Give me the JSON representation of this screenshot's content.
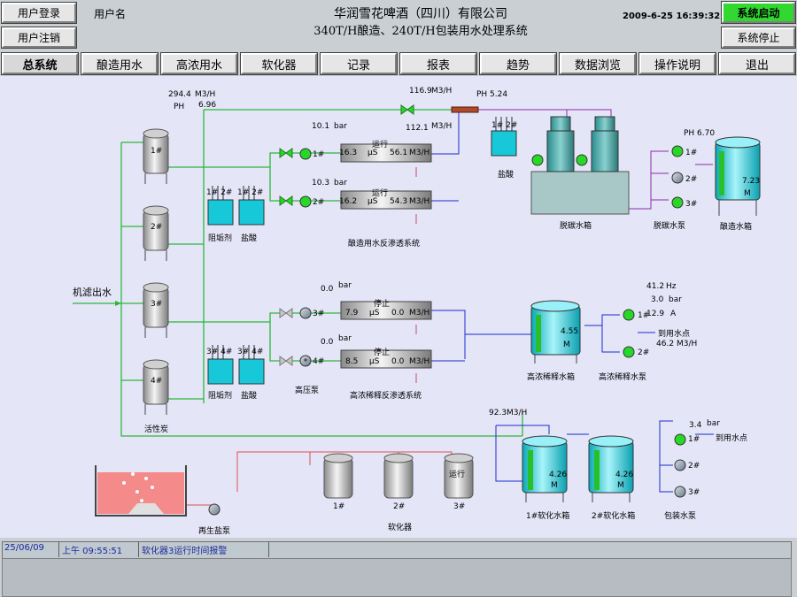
{
  "header": {
    "login_label": "用户登录",
    "logout_label": "用户注销",
    "username_label": "用户名",
    "title1": "华润雪花啤酒（四川）有限公司",
    "title2": "340T/H酿造、240T/H包装用水处理系统",
    "datetime": "2009-6-25 16:39:32",
    "start_label": "系统启动",
    "stop_label": "系统停止"
  },
  "nav": [
    "总系统",
    "酿造用水",
    "高浓用水",
    "软化器",
    "记录",
    "报表",
    "趋势",
    "数据浏览",
    "操作说明",
    "退出"
  ],
  "colors": {
    "pipe_green": "#2ab83a",
    "pipe_blue": "#1c2ad0",
    "pipe_purple": "#8a2aa8",
    "pipe_red": "#e05050",
    "active_green": "#28d828",
    "panel_bg": "#e5e5f8",
    "cyan": "#16c8d8"
  },
  "labels": {
    "flow_in": "294.4",
    "flow_in_unit": "M3/H",
    "ph_in_label": "PH",
    "ph_in": "6.96",
    "flow_top": "116.9",
    "flow_top_unit": "M3/H",
    "ph_top": "PH 5.24",
    "ph_right": "PH 6.70",
    "p1": "10.1",
    "p2": "10.3",
    "bar": "bar",
    "f_ro1": "112.1",
    "ro_unit": "M3/H",
    "ro_run": "运行",
    "ro_stop": "停止",
    "ro1_r": "16.3",
    "ro1_us": "56.1",
    "ro2_r": "16.2",
    "ro2_us": "54.3",
    "ro3_r": "7.9",
    "ro3_us": "0.0",
    "ro4_r": "8.5",
    "ro4_us": "0.0",
    "us": "µS",
    "m3h": "M3/H",
    "p3": "0.0",
    "p4": "0.0",
    "tank1": "1#",
    "tank2": "2#",
    "tank3": "3#",
    "tank4": "4#",
    "activated": "活性炭",
    "feed_water": "机滤出水",
    "doser12a": "1# 2#",
    "doser12b": "1# 2#",
    "doser34a": "3# 4#",
    "doser34b": "3# 4#",
    "scale_inhibitor": "阻垢剂",
    "hcl": "盐酸",
    "hp_pump": "高压泵",
    "ro_sys1": "酿造用水反渗透系统",
    "ro_sys2": "高浓稀释反渗透系统",
    "degas_box": "脱碳水箱",
    "degas_pump": "脱碳水泵",
    "brew_tank": "酿造水箱",
    "brew_level": "7.23",
    "m": "M",
    "pump1": "1#",
    "pump2": "2#",
    "pump3": "3#",
    "hz": "41.2",
    "hz_u": "Hz",
    "bar2": "3.0",
    "bar2_u": "bar",
    "amp": "12.9",
    "amp_u": "A",
    "to_point": "到用水点",
    "flow_hp": "46.2",
    "flow_hp_u": "M3/H",
    "hc_tank": "高浓稀释水箱",
    "hc_level": "4.55",
    "hc_pump": "高浓稀释水泵",
    "soft_flow": "92.3",
    "soft_flow_u": "M3/H",
    "soft1": "1#软化水箱",
    "soft1_level": "4.26",
    "soft2": "2#软化水箱",
    "soft2_level": "4.26",
    "pack_pump": "包装水泵",
    "pack_bar": "3.4",
    "pack_bar_u": "bar",
    "softener": "软化器",
    "regen": "再生盐泵",
    "run": "运行",
    "s1": "1#",
    "s2": "2#",
    "s3": "3#"
  },
  "status": {
    "date": "25/06/09",
    "time": "上午 09:55:51",
    "message": "软化器3运行时间报警"
  }
}
